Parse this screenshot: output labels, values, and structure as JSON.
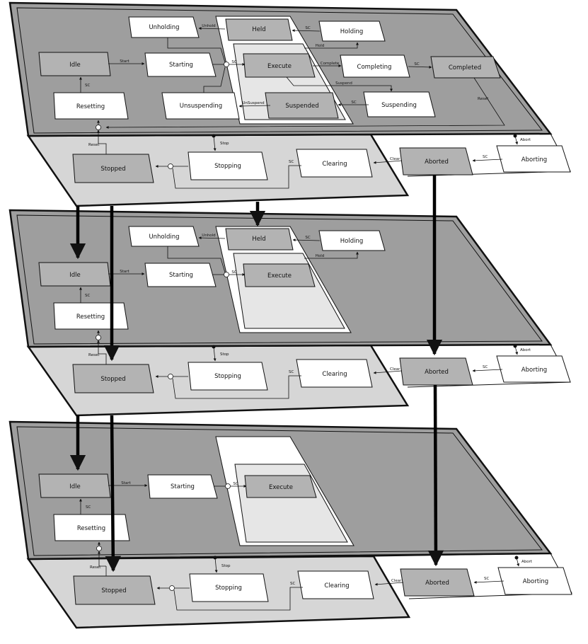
{
  "diagram": {
    "layers": [
      {
        "id": "top",
        "states": {
          "unholding": "Unholding",
          "held": "Held",
          "holding": "Holding",
          "idle": "Idle",
          "starting": "Starting",
          "execute": "Execute",
          "completing": "Completing",
          "completed": "Completed",
          "resetting": "Resetting",
          "unsuspending": "Unsuspending",
          "suspended": "Suspended",
          "suspending": "Suspending",
          "stopped": "Stopped",
          "stopping": "Stopping",
          "clearing": "Clearing",
          "aborted": "Aborted",
          "aborting": "Aborting"
        },
        "transitions": {
          "unhold": "Unhold",
          "sc_held_holding": "SC",
          "hold_execute": "Hold",
          "start": "Start",
          "sc_starting": "SC",
          "complete": "Complete",
          "sc_completing": "SC",
          "sc_resetting": "SC",
          "unsuspend": "UnSuspend",
          "suspend": "Suspend",
          "sc_suspending": "SC",
          "reset_completed": "Reset",
          "reset_stopped": "Reset",
          "stop": "Stop",
          "sc_clearing": "SC",
          "clear": "Clear",
          "sc_aborting": "SC",
          "abort": "Abort"
        }
      },
      {
        "id": "middle",
        "states": {
          "unholding": "Unholding",
          "held": "Held",
          "holding": "Holding",
          "idle": "Idle",
          "starting": "Starting",
          "execute": "Execute",
          "resetting": "Resetting",
          "stopped": "Stopped",
          "stopping": "Stopping",
          "clearing": "Clearing",
          "aborted": "Aborted",
          "aborting": "Aborting"
        },
        "transitions": {
          "unhold": "Unhold",
          "sc_held_holding": "SC",
          "hold_execute": "Hold",
          "start": "Start",
          "sc_starting": "SC",
          "sc_resetting": "SC",
          "reset_stopped": "Reset",
          "stop": "Stop",
          "sc_clearing": "SC",
          "clear": "Clear",
          "sc_aborting": "SC",
          "abort": "Abort"
        }
      },
      {
        "id": "bottom",
        "states": {
          "idle": "Idle",
          "starting": "Starting",
          "execute": "Execute",
          "resetting": "Resetting",
          "stopped": "Stopped",
          "stopping": "Stopping",
          "clearing": "Clearing",
          "aborted": "Aborted",
          "aborting": "Aborting"
        },
        "transitions": {
          "start": "Start",
          "sc_starting": "SC",
          "sc_resetting": "SC",
          "reset_stopped": "Reset",
          "stop": "Stop",
          "sc_clearing": "SC",
          "clear": "Clear",
          "sc_aborting": "SC",
          "abort": "Abort"
        }
      }
    ],
    "colors": {
      "upper_plane": "#9e9e9e",
      "lower_plane": "#d6d6d6",
      "state_grey": "#b3b3b3",
      "state_white": "#ffffff",
      "inner_panel": "#e6e6e6",
      "stroke": "#111111"
    }
  }
}
